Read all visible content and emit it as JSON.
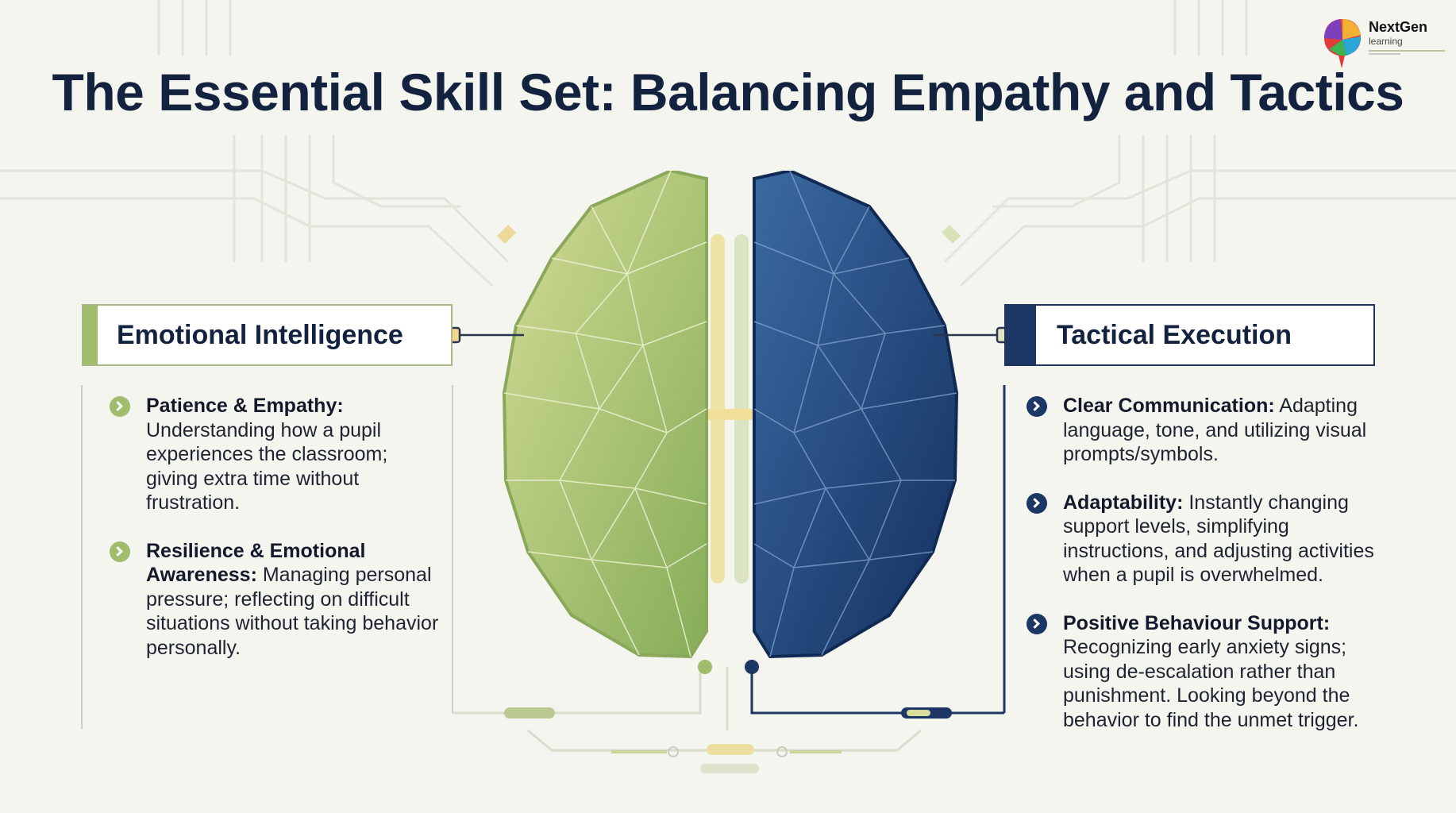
{
  "title": "The Essential Skill Set: Balancing Empathy and Tactics",
  "logo": {
    "name": "NextGen",
    "sub": "learning"
  },
  "left_panel": {
    "heading": "Emotional Intelligence",
    "items": [
      {
        "term": "Patience & Empathy:",
        "desc": "Understanding how a pupil experiences the classroom; giving extra time without frustration."
      },
      {
        "term": "Resilience & Emotional Awareness:",
        "desc": "Managing personal pressure; reflecting on difficult situations without taking behavior personally."
      }
    ]
  },
  "right_panel": {
    "heading": "Tactical Execution",
    "items": [
      {
        "term": "Clear Communication:",
        "desc": "Adapting language, tone, and utilizing visual prompts/symbols."
      },
      {
        "term": "Adaptability:",
        "desc": "Instantly changing support levels, simplifying instructions, and adjusting activities when a pupil is overwhelmed."
      },
      {
        "term": "Positive Behaviour Support:",
        "desc": "Recognizing early anxiety signs; using de-escalation rather than punishment. Looking beyond the behavior to find the unmet trigger."
      }
    ]
  },
  "colors": {
    "green": "#9fbd6d",
    "navy": "#1c3666",
    "title": "#13223f"
  }
}
